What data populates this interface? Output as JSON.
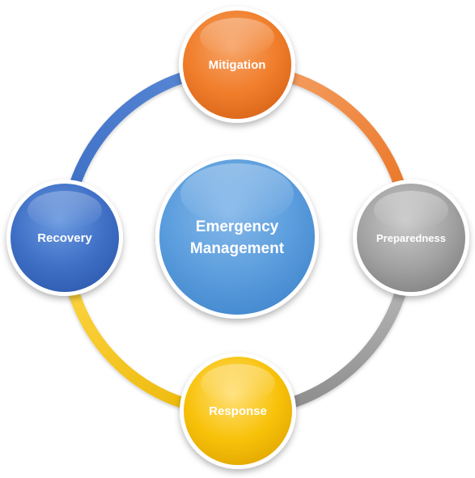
{
  "center": {
    "line1": "Emergency",
    "line2": "Management"
  },
  "nodes": [
    {
      "id": "mitigation",
      "label": "Mitigation"
    },
    {
      "id": "preparedness",
      "label": "Preparedness"
    },
    {
      "id": "response",
      "label": "Response"
    },
    {
      "id": "recovery",
      "label": "Recovery"
    }
  ],
  "colors": {
    "mitigation": "#f07d2a",
    "preparedness": "#9a9a9a",
    "response": "#f5c000",
    "recovery": "#3c6ec4",
    "center": "#4f93d6"
  }
}
